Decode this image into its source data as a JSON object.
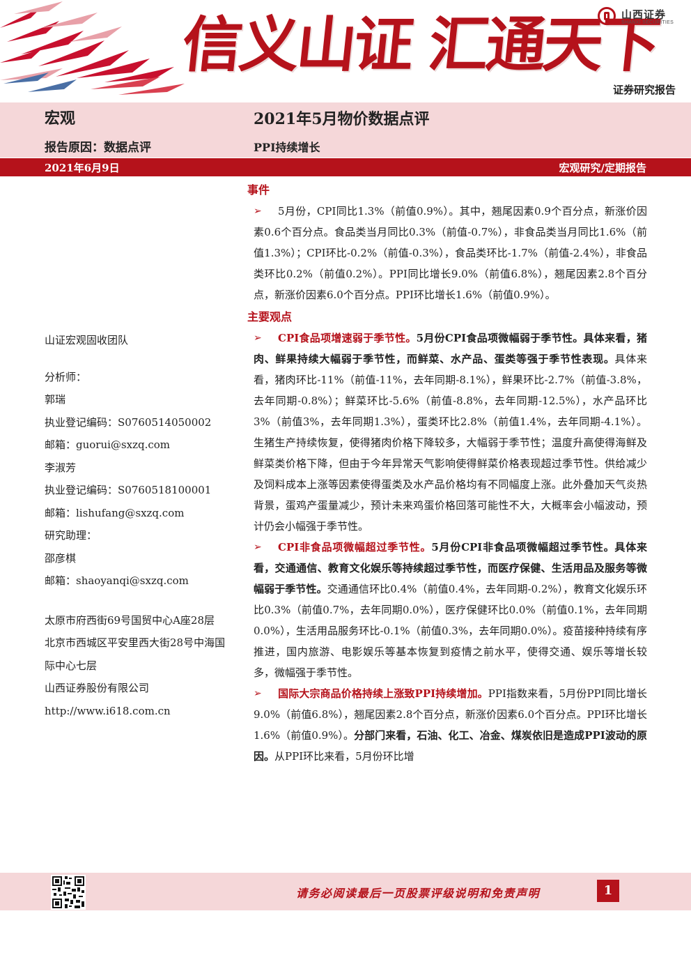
{
  "header": {
    "slogan": "信义山证 汇通天下",
    "logo_cn": "山西证券",
    "logo_en": "SHANXI SECURITIES",
    "report_type": "证券研究报告",
    "brand_color": "#b5121b",
    "band_color": "#f5d7d9"
  },
  "title_block": {
    "category": "宏观",
    "title": "2021年5月物价数据点评",
    "reason": "报告原因：数据点评",
    "subtitle": "PPI持续增长",
    "date": "2021年6月9日",
    "series": "宏观研究/定期报告"
  },
  "sidebar": {
    "team": "山证宏观固收团队",
    "analysts_label": "分析师：",
    "analyst1_name": "郭瑞",
    "analyst1_reg": "执业登记编码：S0760514050002",
    "analyst1_email": "邮箱：guorui@sxzq.com",
    "analyst2_name": "李淑芳",
    "analyst2_reg": "执业登记编码：S0760518100001",
    "analyst2_email": "邮箱：lishufang@sxzq.com",
    "assistant_label": "研究助理：",
    "assistant_name": "邵彦棋",
    "assistant_email": "邮箱：shaoyanqi@sxzq.com",
    "address1": "太原市府西街69号国贸中心A座28层",
    "address2": "北京市西城区平安里西大街28号中海国际中心七层",
    "company": "山西证券股份有限公司",
    "website": "http://www.i618.com.cn"
  },
  "event": {
    "heading": "事件",
    "text": "5月份，CPI同比1.3%（前值0.9%）。其中，翘尾因素0.9个百分点，新涨价因素0.6个百分点。食品类当月同比0.3%（前值-0.7%），非食品类当月同比1.6%（前值1.3%）；CPI环比-0.2%（前值-0.3%），食品类环比-1.7%（前值-2.4%），非食品类环比0.2%（前值0.2%）。PPI同比增长9.0%（前值6.8%），翘尾因素2.8个百分点，新涨价因素6.0个百分点。PPI环比增长1.6%（前值0.9%）。"
  },
  "views": {
    "heading": "主要观点",
    "items": [
      {
        "lead": "CPI食品项增速弱于季节性。",
        "bold": "5月份CPI食品项微幅弱于季节性。具体来看，猪肉、鲜果持续大幅弱于季节性，而鲜菜、水产品、蛋类等强于季节性表现。",
        "text": "具体来看，猪肉环比-11%（前值-11%，去年同期-8.1%），鲜果环比-2.7%（前值-3.8%，去年同期-0.8%）；鲜菜环比-5.6%（前值-8.8%，去年同期-12.5%），水产品环比3%（前值3%，去年同期1.3%），蛋类环比2.8%（前值1.4%，去年同期-4.1%）。生猪生产持续恢复，使得猪肉价格下降较多，大幅弱于季节性；温度升高使得海鲜及鲜菜类价格下降，但由于今年异常天气影响使得鲜菜价格表现超过季节性。供给减少及饲料成本上涨等因素使得蛋类及水产品价格均有不同幅度上涨。此外叠加天气炎热背景，蛋鸡产蛋量减少，预计未来鸡蛋价格回落可能性不大，大概率会小幅波动，预计仍会小幅强于季节性。",
        "bold2": "",
        "text2": ""
      },
      {
        "lead": "CPI非食品项微幅超过季节性。",
        "bold": "5月份CPI非食品项微幅超过季节性。具体来看，交通通信、教育文化娱乐等持续超过季节性，而医疗保健、生活用品及服务等微幅弱于季节性。",
        "text": "交通通信环比0.4%（前值0.4%，去年同期-0.2%），教育文化娱乐环比0.3%（前值0.7%，去年同期0.0%），医疗保健环比0.0%（前值0.1%，去年同期0.0%），生活用品服务环比-0.1%（前值0.3%，去年同期0.0%）。疫苗接种持续有序推进，国内旅游、电影娱乐等基本恢复到疫情之前水平，使得交通、娱乐等增长较多，微幅强于季节性。",
        "bold2": "",
        "text2": ""
      },
      {
        "lead": "国际大宗商品价格持续上涨致PPI持续增加。",
        "bold": "",
        "text": "PPI指数来看，5月份PPI同比增长9.0%（前值6.8%），翘尾因素2.8个百分点，新涨价因素6.0个百分点。PPI环比增长1.6%（前值0.9%）。",
        "bold2": "分部门来看，石油、化工、冶金、煤炭依旧是造成PPI波动的原因。",
        "text2": "从PPI环比来看，5月份环比增"
      }
    ]
  },
  "footer": {
    "disclaimer": "请务必阅读最后一页股票评级说明和免责声明",
    "page_number": "1"
  }
}
